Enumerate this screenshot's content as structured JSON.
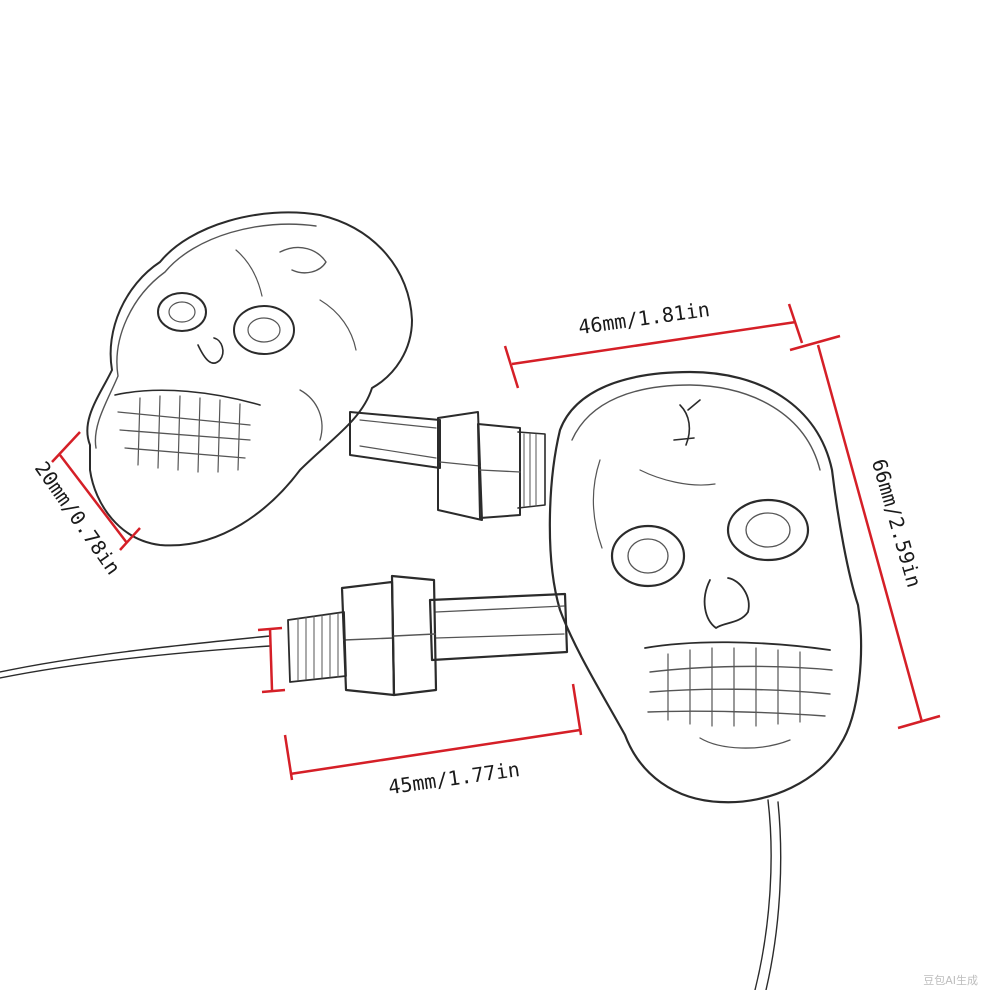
{
  "dimensions": {
    "top_width": "46mm/1.81in",
    "height": "66mm/2.59in",
    "bolt_diameter": "20mm/0.78in",
    "bolt_length": "45mm/1.77in"
  },
  "colors": {
    "dimension_line": "#d51f27",
    "sketch": "#2b2b2b",
    "background": "#ffffff"
  },
  "watermark": "豆包AI生成"
}
